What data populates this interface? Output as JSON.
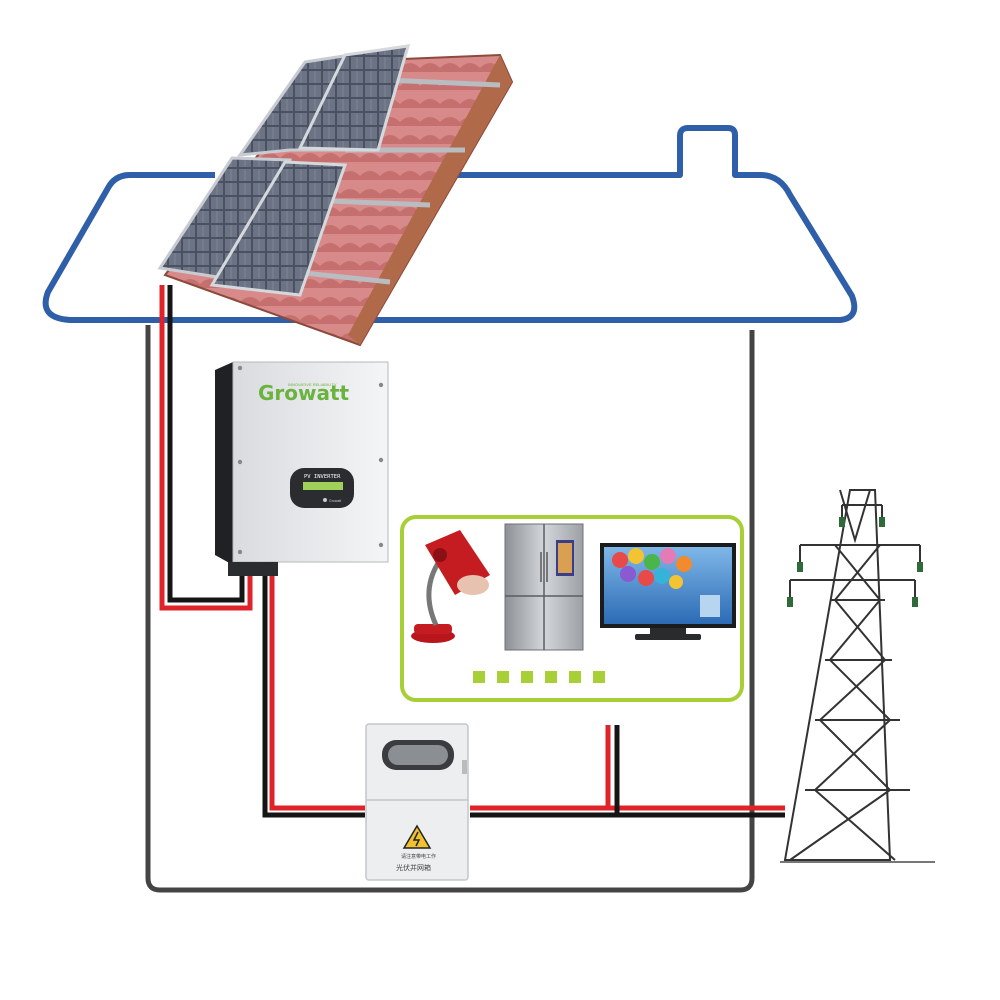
{
  "inverter": {
    "brand": "Growatt",
    "tagline": "INNOVATIVE RELIABILITY",
    "display_label": "PV INVERTER",
    "display_sub": "Growatt"
  },
  "distribution_box": {
    "warning_text": "请注意带电工作",
    "label": "光伏并网箱"
  },
  "colors": {
    "house_roof": "#2f5fa8",
    "house_wall": "#444444",
    "wire_red": "#e0232a",
    "wire_black": "#151515",
    "load_frame": "#a9cf37",
    "brand_green": "#6ab33e"
  },
  "icons": [
    "solar-panel-icon",
    "inverter-icon",
    "desk-lamp-icon",
    "refrigerator-icon",
    "television-icon",
    "distribution-box-icon",
    "transmission-tower-icon"
  ]
}
